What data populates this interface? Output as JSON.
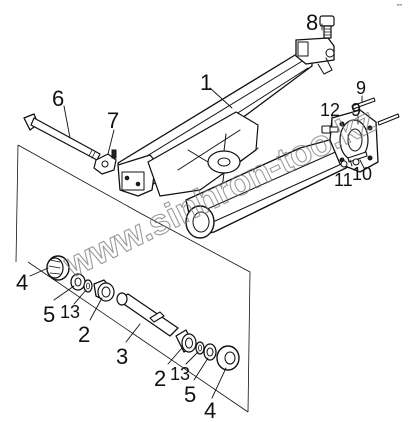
{
  "corner_mark": "\"\"",
  "watermark": "www.sinhron-too.kz",
  "callouts": {
    "c1": "1",
    "c2a": "2",
    "c2b": "2",
    "c3": "3",
    "c4a": "4",
    "c4b": "4",
    "c5a": "5",
    "c5b": "5",
    "c6": "6",
    "c7": "7",
    "c8": "8",
    "c9a": "9",
    "c9b": "9",
    "c10": "10",
    "c11": "11",
    "c12": "12",
    "c13a": "13",
    "c13b": "13"
  }
}
